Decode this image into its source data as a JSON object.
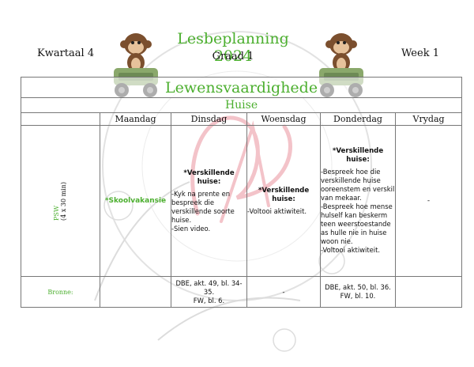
{
  "header": {
    "quarter": "Kwartaal 4",
    "title": "Lesbeplanning 2024",
    "grade": "Graad 1",
    "week": "Week 1"
  },
  "subject": "Lewensvaardighede",
  "theme": "Huise",
  "days": [
    "Maandag",
    "Dinsdag",
    "Woensdag",
    "Donderdag",
    "Vrydag"
  ],
  "row_labels": {
    "psw": "PSW",
    "duration": "(4 x 30 min)",
    "sources": "Bronne:"
  },
  "cells": {
    "maandag": "*Skoolvakansie",
    "dinsdag": {
      "heading": "*Verskillende huise:",
      "lines": [
        "-Kyk na prente en bespreek die verskillende soorte huise.",
        "-Sien video."
      ]
    },
    "woensdag": {
      "heading": "*Verskillende huise:",
      "lines": [
        "-Voltooi aktiwiteit."
      ]
    },
    "donderdag": {
      "heading": "*Verskillende huise:",
      "lines": [
        "-Bespreek hoe die verskillende huise ooreenstem en verskil van mekaar.",
        "-Bespreek hoe mense hulself kan beskerm teen weerstoestande as hulle nie in huise woon nie.",
        "-Voltooi aktiwiteit."
      ]
    },
    "vrydag": "-"
  },
  "sources": {
    "dinsdag": [
      "DBE, akt. 49, bl. 34-35.",
      "FW, bl. 6."
    ],
    "woensdag": "-",
    "donderdag": [
      "DBE, akt. 50, bl. 36.",
      "FW, bl. 10."
    ]
  },
  "colors": {
    "accent_green": "#4caf2f",
    "watermark_pink": "#f3b6bd",
    "watermark_grey": "#d9d9d9"
  },
  "icons": [
    "monkey-in-jeep-icon",
    "monkey-in-jeep-icon"
  ]
}
